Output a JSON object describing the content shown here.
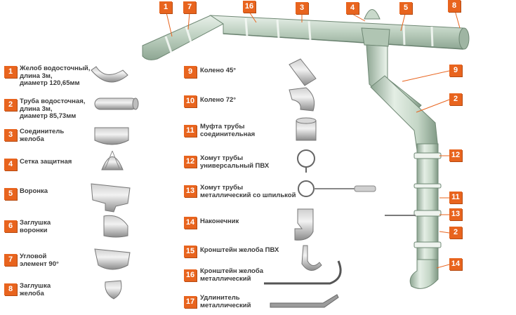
{
  "parts": [
    {
      "num": "1",
      "label": "Желоб водосточный,\nдлина 3м,\nдиаметр 120,65мм",
      "icon": "gutter-icon"
    },
    {
      "num": "2",
      "label": "Труба водосточная,\nдлина 3м,\nдиаметр 85,73мм",
      "icon": "downpipe-icon"
    },
    {
      "num": "3",
      "label": "Соединитель\nжелоба",
      "icon": "gutter-connector-icon"
    },
    {
      "num": "4",
      "label": "Сетка защитная",
      "icon": "leaf-guard-icon"
    },
    {
      "num": "5",
      "label": "Воронка",
      "icon": "funnel-icon"
    },
    {
      "num": "6",
      "label": "Заглушка\nворонки",
      "icon": "funnel-cap-icon"
    },
    {
      "num": "7",
      "label": "Угловой\nэлемент 90°",
      "icon": "corner-element-icon"
    },
    {
      "num": "8",
      "label": "Заглушка\nжелоба",
      "icon": "gutter-cap-icon"
    },
    {
      "num": "9",
      "label": "Колено 45°",
      "icon": "elbow-45-icon"
    },
    {
      "num": "10",
      "label": "Колено 72°",
      "icon": "elbow-72-icon"
    },
    {
      "num": "11",
      "label": "Муфта трубы\nсоединительная",
      "icon": "pipe-coupling-icon"
    },
    {
      "num": "12",
      "label": "Хомут трубы\nуниверсальный ПВХ",
      "icon": "pvc-clamp-icon"
    },
    {
      "num": "13",
      "label": "Хомут трубы\nметаллический со шпилькой",
      "icon": "metal-clamp-icon"
    },
    {
      "num": "14",
      "label": "Наконечник",
      "icon": "outlet-icon"
    },
    {
      "num": "15",
      "label": "Кронштейн желоба ПВХ",
      "icon": "pvc-bracket-icon"
    },
    {
      "num": "16",
      "label": "Кронштейн желоба\nметаллический",
      "icon": "metal-bracket-icon"
    },
    {
      "num": "17",
      "label": "Удлинитель\nметаллический",
      "icon": "extender-icon"
    }
  ],
  "callouts": [
    "1",
    "7",
    "16",
    "3",
    "4",
    "5",
    "8",
    "9",
    "2",
    "12",
    "11",
    "13",
    "2",
    "14"
  ],
  "colors": {
    "badge": "#e8641e",
    "pipe": "#c4d6c6",
    "pipe_dark": "#8ea693",
    "pipe_light": "#e4eee5",
    "text": "#3a3a3a"
  }
}
